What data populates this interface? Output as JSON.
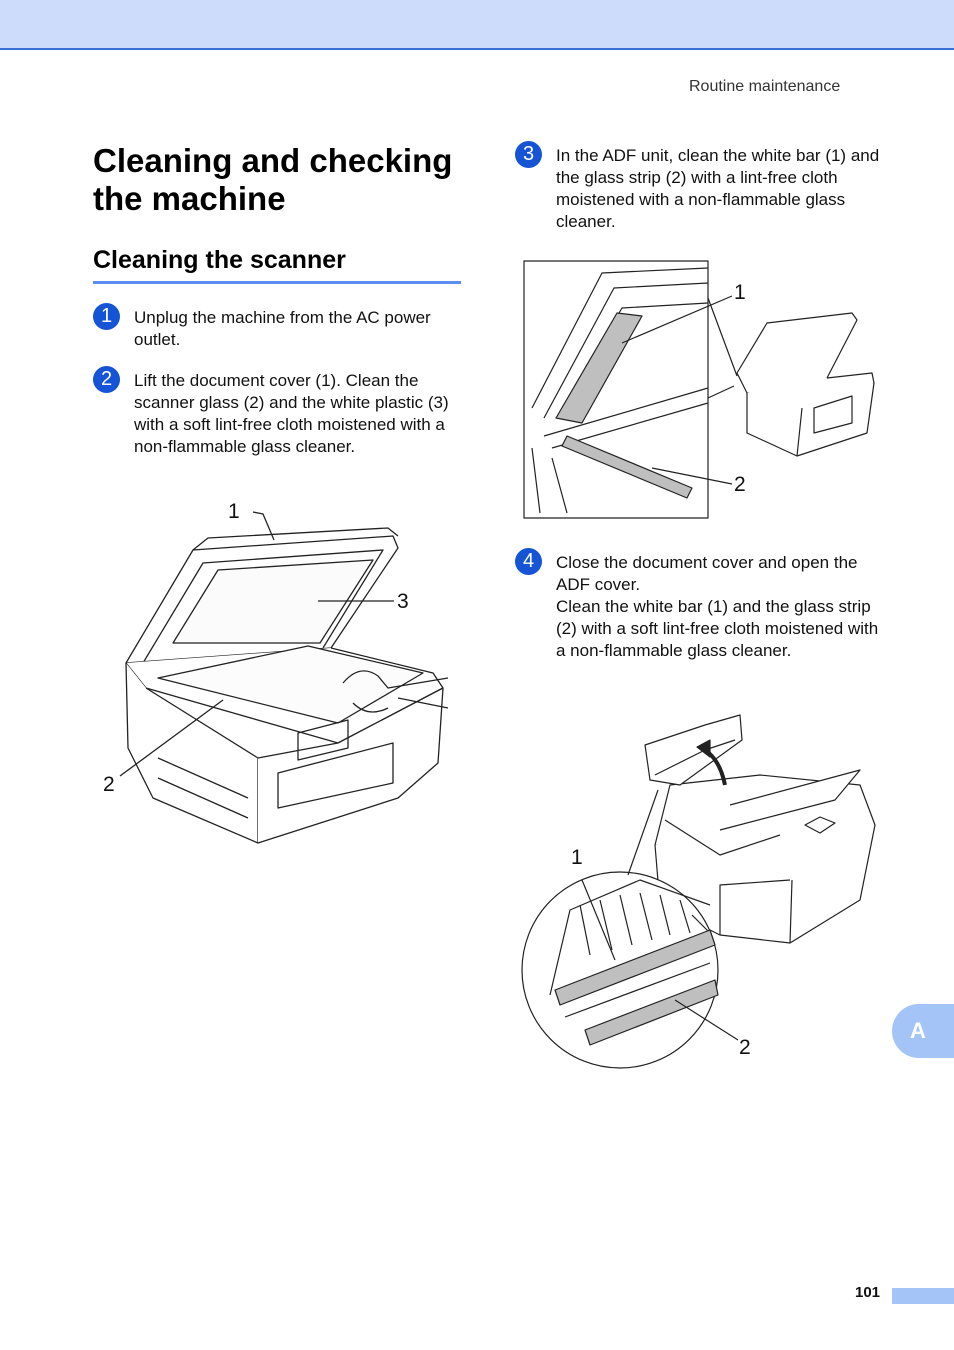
{
  "header": {
    "running_title": "Routine maintenance"
  },
  "headings": {
    "section_title": "Cleaning and checking the machine",
    "subsection_title": "Cleaning the scanner"
  },
  "steps": [
    {
      "number": "1",
      "text": "Unplug the machine from the AC power outlet."
    },
    {
      "number": "2",
      "text": "Lift the document cover (1). Clean the scanner glass (2) and the white plastic (3) with a soft lint-free cloth moistened with a non-flammable glass cleaner."
    },
    {
      "number": "3",
      "text": "In the ADF unit, clean the white bar (1) and the glass strip (2) with a lint-free cloth moistened with a non-flammable glass cleaner."
    },
    {
      "number": "4",
      "text_line1": "Close the document cover and open the ADF cover.",
      "text_line2": "Clean the white bar (1) and the glass strip (2) with a soft lint-free cloth moistened with a non-flammable glass cleaner."
    }
  ],
  "figures": {
    "scanner_glass": {
      "callouts": [
        "1",
        "2",
        "3"
      ]
    },
    "adf_unit": {
      "callouts": [
        "1",
        "2"
      ]
    },
    "adf_cover": {
      "callouts": [
        "1",
        "2"
      ]
    }
  },
  "side_tab": {
    "label": "A"
  },
  "footer": {
    "page_number": "101"
  },
  "colors": {
    "header_band": "#cddcfb",
    "accent_blue": "#1554d4",
    "tab_blue": "#a4c3f7"
  }
}
